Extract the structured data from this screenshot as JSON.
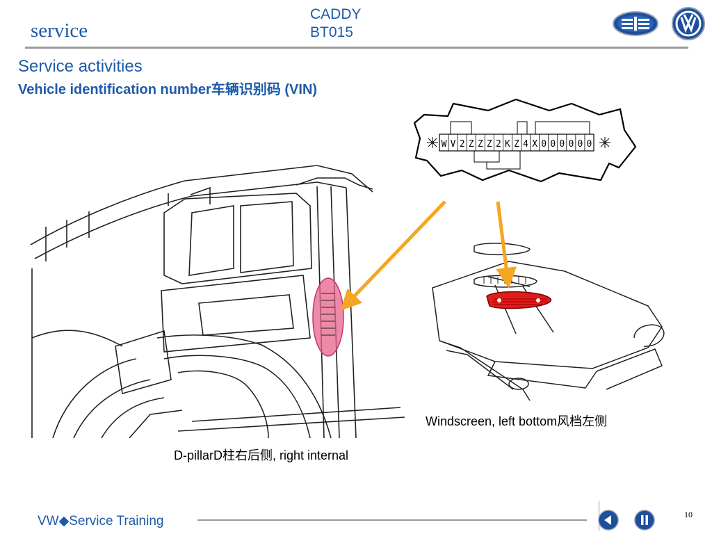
{
  "header": {
    "logo_text": "service",
    "model_line1": "CADDY",
    "model_line2": "BT015"
  },
  "main": {
    "title": "Service activities",
    "subtitle": "Vehicle identification number车辆识别码 (VIN)",
    "vin": {
      "chars": [
        "W",
        "V",
        "2",
        "Z",
        "Z",
        "Z",
        "2",
        "K",
        "Z",
        "4",
        "X",
        "0",
        "0",
        "0",
        "0",
        "0",
        "0"
      ],
      "marker": "✳"
    },
    "caption_windscreen": "Windscreen, left bottom风档左侧",
    "caption_dpillar": "D-pillarD柱右后侧, right internal",
    "highlight_colors": {
      "arrow": "#f5a623",
      "pillar_highlight": "#e8638c",
      "plate_highlight": "#e21b1b"
    }
  },
  "footer": {
    "brand": "VW◆Service Training",
    "page_number": "10",
    "back_icon": "play-back-icon",
    "pause_icon": "pause-icon"
  },
  "colors": {
    "brand_blue": "#1e5aa8",
    "rule_gray": "#9a9a9a"
  }
}
